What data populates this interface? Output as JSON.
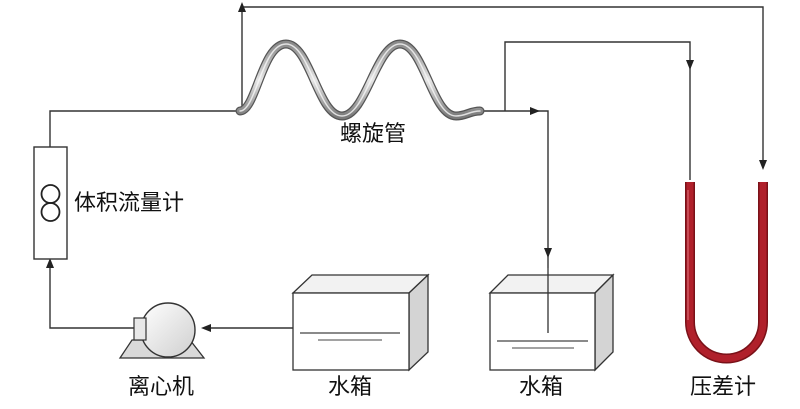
{
  "labels": {
    "coil": "螺旋管",
    "flowmeter": "体积流量计",
    "centrifuge": "离心机",
    "tank_left": "水箱",
    "tank_right": "水箱",
    "manometer": "压差计"
  },
  "colors": {
    "manometer_fluid": "#b0202b",
    "pipe": "#333333",
    "tank_front": "#ffffff",
    "tank_side": "#d4d4d4",
    "tank_top": "#f2f2f2"
  }
}
